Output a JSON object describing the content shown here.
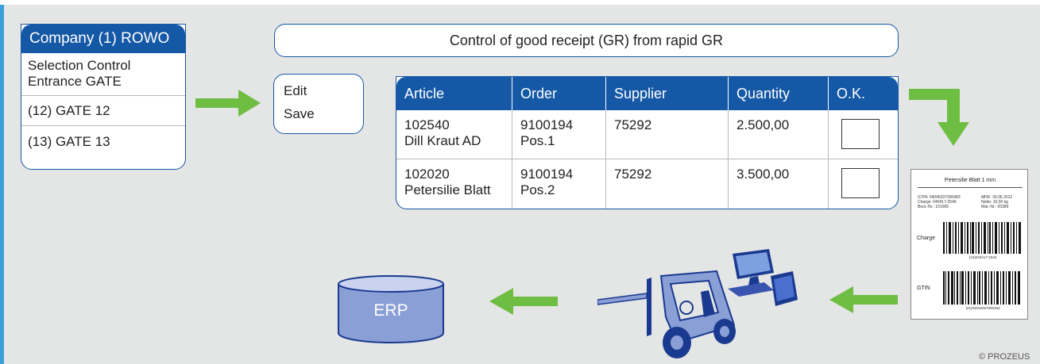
{
  "company_panel": {
    "title": "Company (1) ROWO",
    "items": [
      "Selection Control Entrance GATE",
      "(12) GATE 12",
      "(13) GATE 13"
    ]
  },
  "title_box": {
    "text": "Control of good receipt (GR) from rapid GR"
  },
  "action_menu": {
    "edit": "Edit",
    "save": "Save"
  },
  "gr_table": {
    "headers": [
      "Article",
      "Order",
      "Supplier",
      "Quantity",
      "O.K."
    ],
    "rows": [
      {
        "article_no": "102540",
        "article_name": "Dill Kraut AD",
        "order_no": "9100194",
        "order_pos": "Pos.1",
        "supplier": "75292",
        "quantity": "2.500,00"
      },
      {
        "article_no": "102020",
        "article_name": "Petersilie Blatt",
        "order_no": "9100194",
        "order_pos": "Pos.2",
        "supplier": "75292",
        "quantity": "3.500,00"
      }
    ]
  },
  "label_sheet": {
    "title": "Petersilie Blatt 1 mm",
    "info_left": [
      "GTIN: 04046297000483",
      "Charge: 040417-2545",
      "Best.-Nr.: 101065"
    ],
    "info_right": [
      "MHD: 30.06.2012",
      "Netto: 10,00 kg",
      "Mat.-Nr.: 00389"
    ],
    "charge_label": "Charge",
    "charge_code": "(10)040417-2545",
    "gtin_label": "GTIN",
    "gtin_code": "(01)04046297000483"
  },
  "erp": {
    "label": "ERP"
  },
  "copyright": "© PROZEUS",
  "colors": {
    "primary_blue": "#1558a6",
    "arrow_green": "#6fbe44",
    "background": "#e4e5e5",
    "left_accent": "#3aa1dc",
    "icon_blue": "#8a9fd6"
  },
  "icons": [
    "arrow-right-icon",
    "arrow-down-turn-icon",
    "arrow-left-icon",
    "forklift-icon",
    "computer-icon",
    "erp-database-icon",
    "barcode-icon"
  ]
}
